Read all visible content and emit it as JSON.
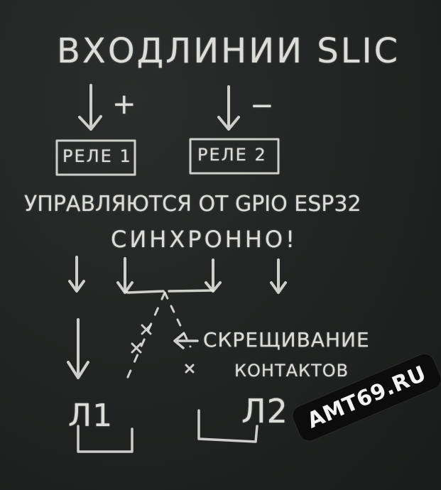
{
  "title": "ВХОДЛИНИИ SLIC",
  "plus_sign": "+",
  "minus_sign": "−",
  "relay_1": "РЕЛЕ 1",
  "relay_2": "РЕЛЕ 2",
  "line_controlled": "УПРАВЛЯЮТСЯ ОТ GPIO ESP32",
  "line_sync": "СИНХРОННО!",
  "crossing_label": "СКРЕЩИВАНИЕ",
  "contacts_label": "КОНТАКТОВ",
  "output_1": "Л1",
  "output_2": "Л2",
  "watermark": "AMT69.RU",
  "colors": {
    "board": "#212422",
    "chalk": "#e6e6e2",
    "watermark_bg": "#0c0c0c"
  }
}
